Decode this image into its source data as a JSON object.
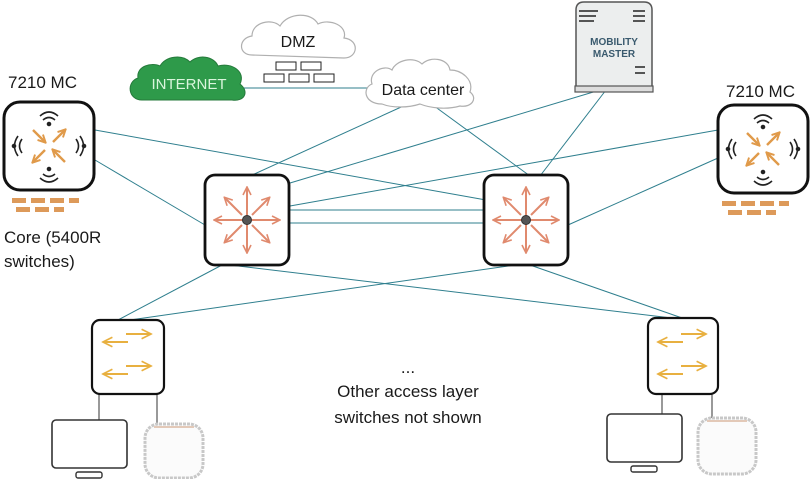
{
  "diagram": {
    "title": "",
    "nodes": {
      "internet": {
        "label": "INTERNET",
        "type": "cloud",
        "fill": "#2e9a4a",
        "text_color": "#d9f5dc"
      },
      "dmz": {
        "label": "DMZ",
        "type": "cloud"
      },
      "firewall": {
        "label": "",
        "type": "firewall"
      },
      "data_center": {
        "label": "Data center",
        "type": "cloud"
      },
      "mobility_master": {
        "label_line1": "MOBILITY",
        "label_line2": "MASTER",
        "type": "server",
        "text_color": "#3a5a6e"
      },
      "mc_left": {
        "label": "7210 MC",
        "type": "mobility-controller"
      },
      "mc_right": {
        "label": "7210 MC",
        "type": "mobility-controller"
      },
      "core_left": {
        "label": "",
        "type": "core-switch"
      },
      "core_right": {
        "label": "",
        "type": "core-switch"
      },
      "access_left": {
        "label": "",
        "type": "access-switch"
      },
      "access_right": {
        "label": "",
        "type": "access-switch"
      },
      "pc_left": {
        "type": "workstation"
      },
      "ap_left": {
        "type": "access-point"
      },
      "pc_right": {
        "type": "workstation"
      },
      "ap_right": {
        "type": "access-point"
      }
    },
    "core_caption_line1": "Core (5400R",
    "core_caption_line2": "switches)",
    "ellipsis": "...",
    "note_line1": "Other access layer",
    "note_line2": "switches not shown",
    "links": [
      [
        "internet",
        "data_center"
      ],
      [
        "data_center",
        "core_left"
      ],
      [
        "data_center",
        "core_right"
      ],
      [
        "mobility_master",
        "core_left"
      ],
      [
        "mobility_master",
        "core_right"
      ],
      [
        "mc_left",
        "core_left"
      ],
      [
        "mc_left",
        "core_right"
      ],
      [
        "mc_right",
        "core_left"
      ],
      [
        "mc_right",
        "core_right"
      ],
      [
        "core_left",
        "core_right"
      ],
      [
        "core_left",
        "core_right"
      ],
      [
        "core_left",
        "access_left"
      ],
      [
        "core_left",
        "access_right"
      ],
      [
        "core_right",
        "access_left"
      ],
      [
        "core_right",
        "access_right"
      ],
      [
        "access_left",
        "pc_left"
      ],
      [
        "access_left",
        "ap_left"
      ],
      [
        "access_right",
        "pc_right"
      ],
      [
        "access_right",
        "ap_right"
      ]
    ],
    "colors": {
      "link": "#2f7f8e",
      "router_arrows": "#e08a6e",
      "mc_arrows": "#e09a4a",
      "access_arrows": "#e8b040",
      "bricks": "#dd9a5a",
      "outline": "#1a1a1a"
    }
  }
}
